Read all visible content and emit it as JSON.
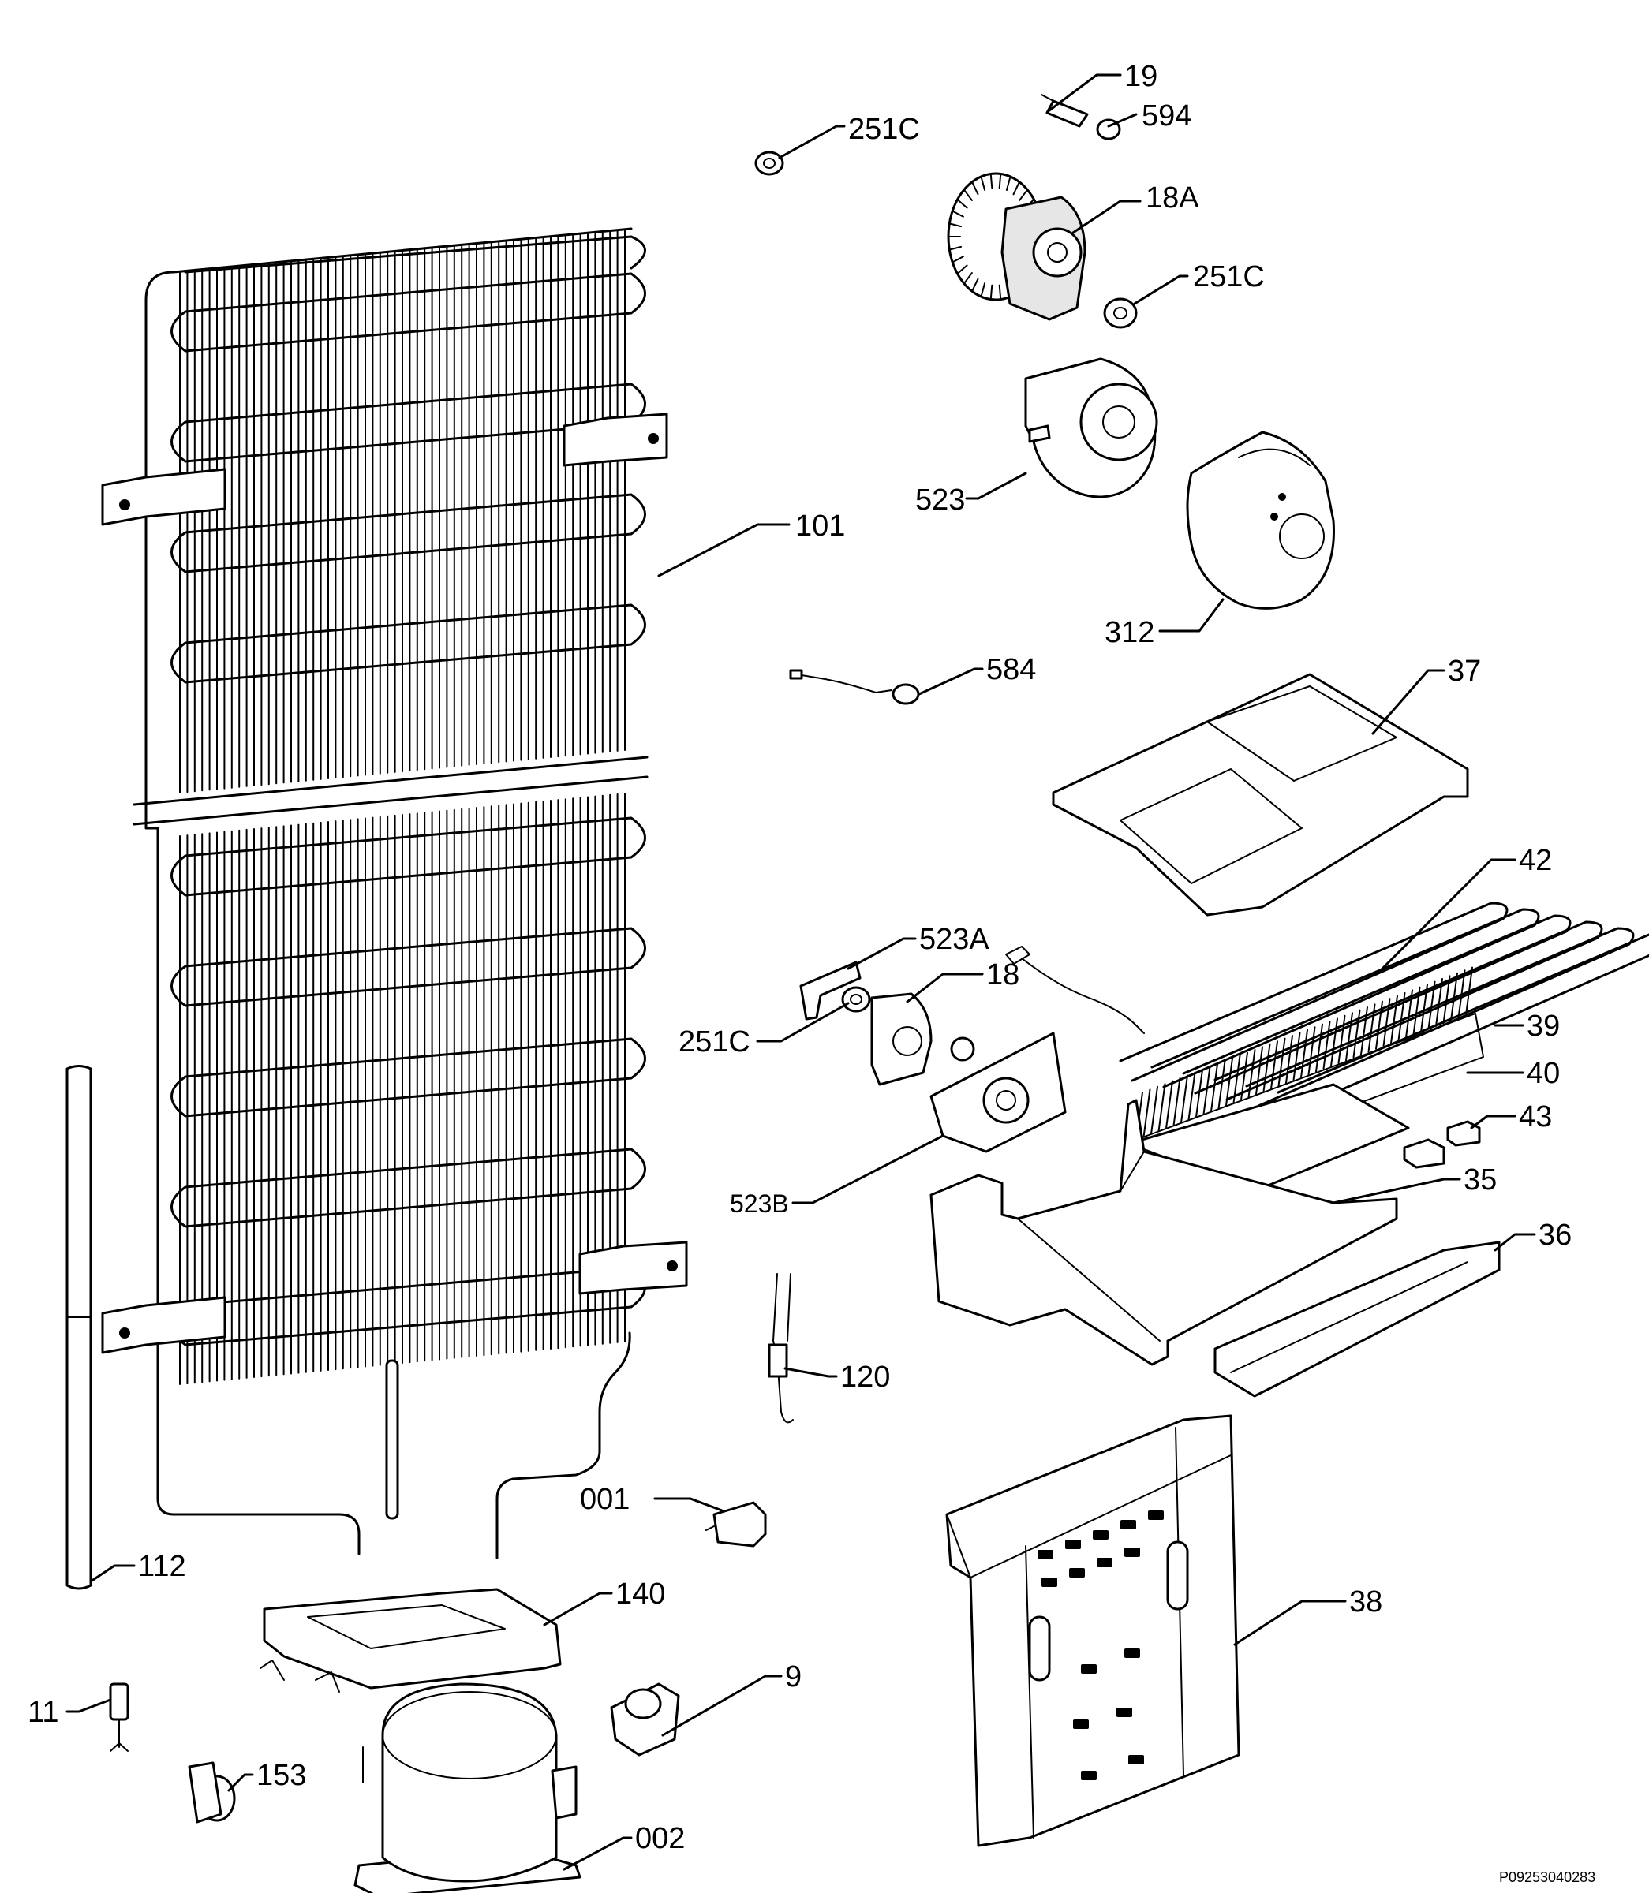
{
  "labels": {
    "p19": "19",
    "p594": "594",
    "p251c_top": "251C",
    "p18a": "18A",
    "p251c_fan": "251C",
    "p523": "523",
    "p312": "312",
    "p101": "101",
    "p584": "584",
    "p37": "37",
    "p42": "42",
    "p523a": "523A",
    "p18": "18",
    "p251c_mid": "251C",
    "p39": "39",
    "p40": "40",
    "p43": "43",
    "p523b": "523B",
    "p35": "35",
    "p36": "36",
    "p120": "120",
    "p001": "001",
    "p112": "112",
    "p140": "140",
    "p38": "38",
    "p9": "9",
    "p11": "11",
    "p153": "153",
    "p002": "002"
  },
  "reference_code": "P09253040283"
}
